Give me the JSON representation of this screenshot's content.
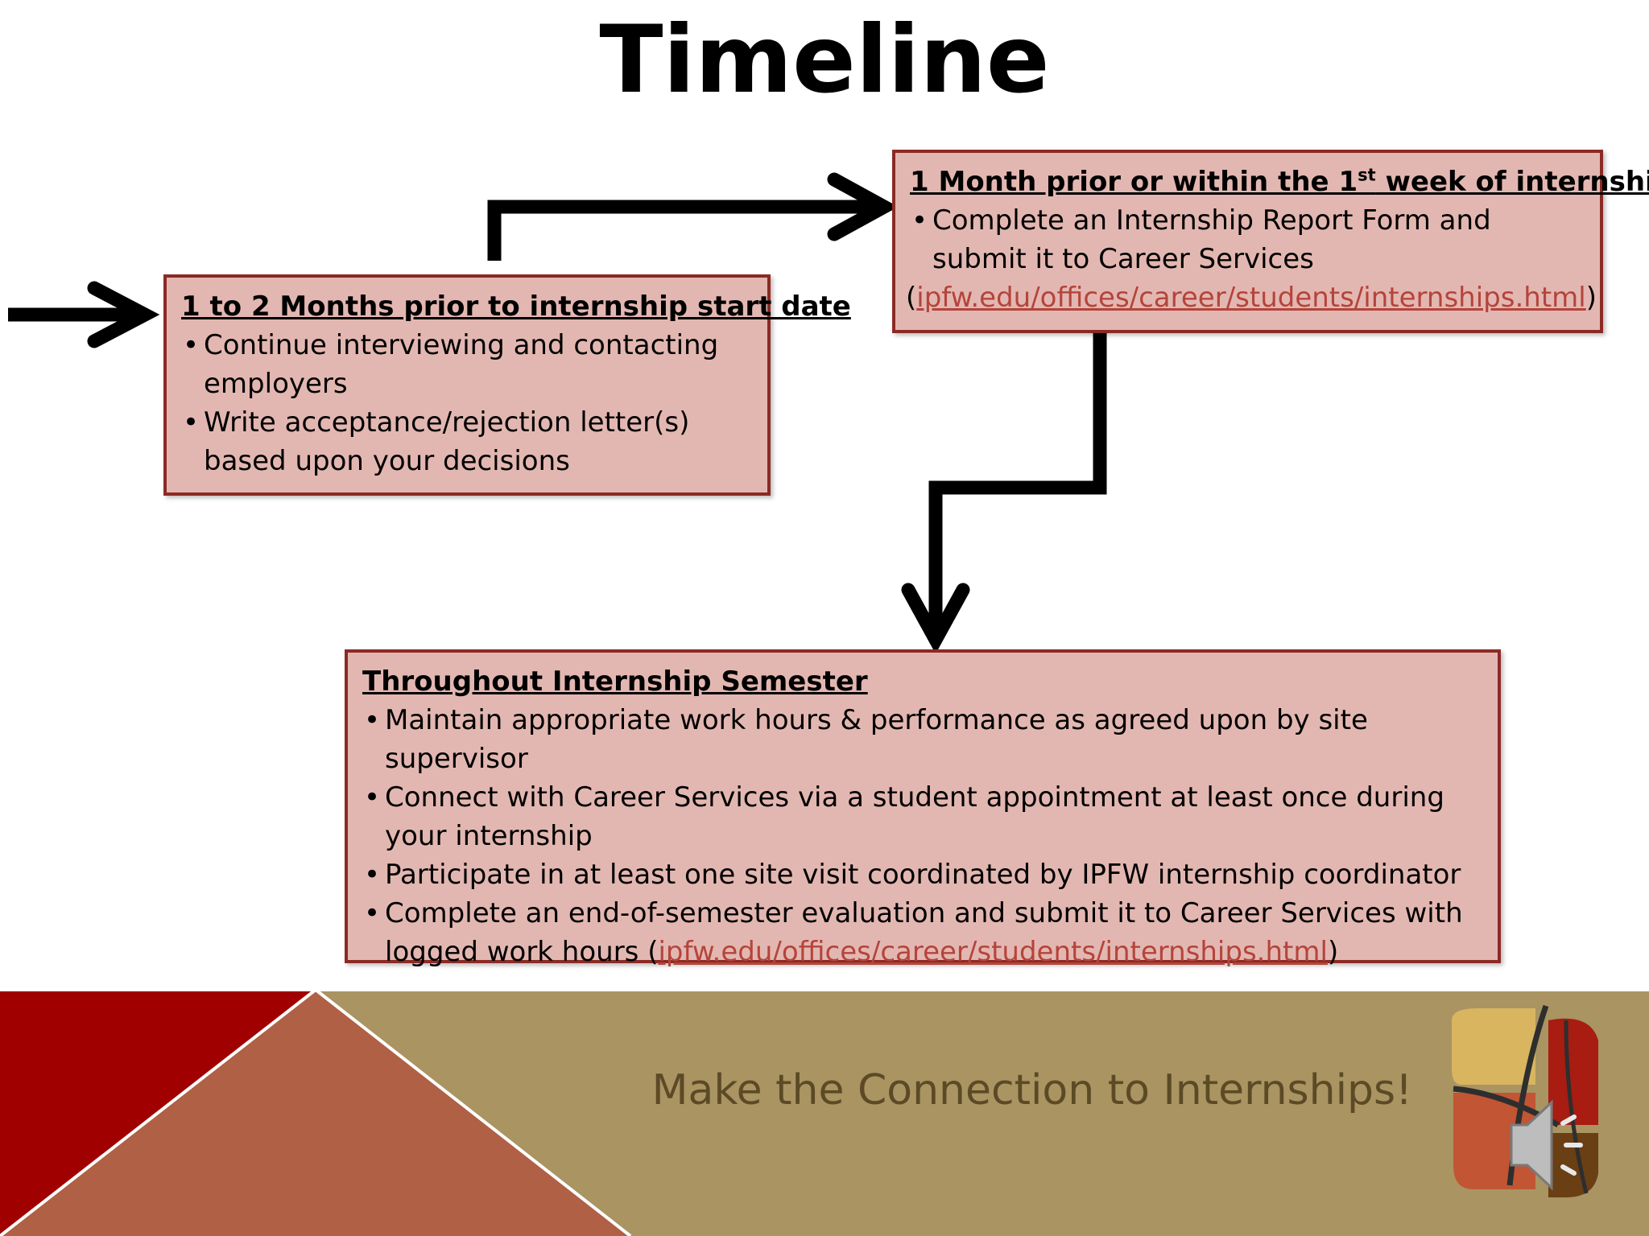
{
  "title": "Timeline",
  "steps": [
    {
      "heading": "1 to 2 Months prior to internship start date",
      "bullets": [
        "Continue interviewing and contacting employers",
        "Write acceptance/rejection letter(s) based upon your decisions"
      ]
    },
    {
      "heading_pre": "1 Month prior or within the 1",
      "heading_sup": "st",
      "heading_post": " week of internship",
      "bullet": "Complete an Internship Report Form and submit it to Career Services",
      "link_open": "(",
      "link": "ipfw.edu/offices/career/students/internships.html",
      "link_close": ")"
    },
    {
      "heading": "Throughout Internship Semester",
      "bullets": [
        "Maintain appropriate work hours & performance as agreed upon by site supervisor",
        "Connect with Career Services via a student appointment at least once during your internship",
        "Participate in at least one site visit coordinated by IPFW internship coordinator"
      ],
      "last_bullet_text": "Complete an end-of-semester evaluation and submit it to Career Services with logged work hours (",
      "last_bullet_link": "ipfw.edu/offices/career/students/internships.html",
      "last_bullet_close": ")"
    }
  ],
  "footer": {
    "tagline": "Make the Connection to Internships!"
  },
  "icons": {
    "arrow_color": "#000000",
    "logo": "university-logo-icon",
    "audio": "speaker-icon"
  },
  "colors": {
    "box_fill": "#e3b7b1",
    "box_border": "#8b2a25",
    "link": "#b5443b",
    "footer_red": "#a00000",
    "footer_rust": "#b06044",
    "footer_tan": "#a99462"
  }
}
